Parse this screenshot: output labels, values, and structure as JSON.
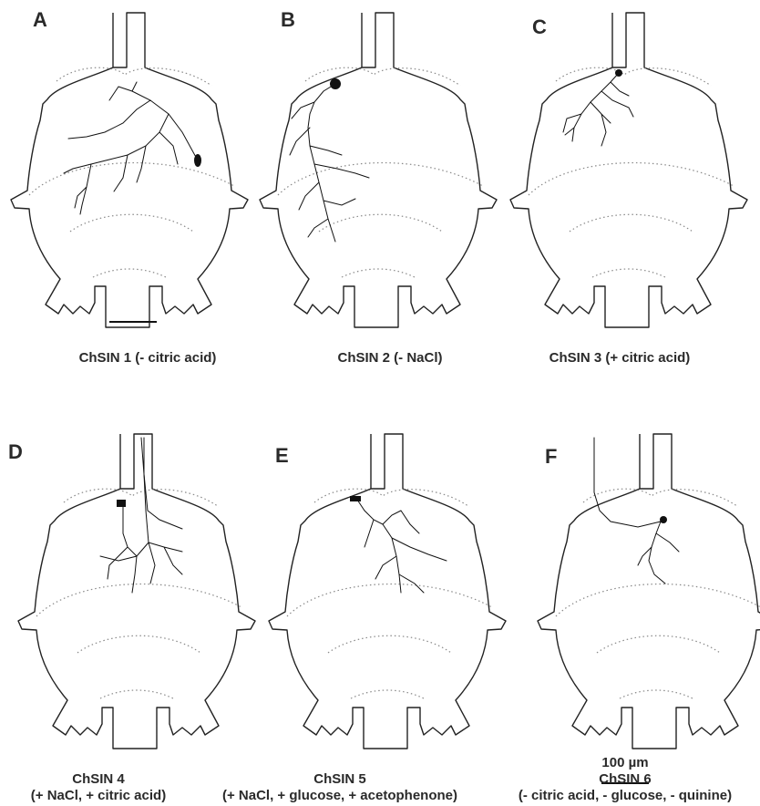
{
  "panels": [
    {
      "letter": "A",
      "caption": [
        "ChSIN 1 (- citric acid)"
      ]
    },
    {
      "letter": "B",
      "caption": [
        "ChSIN 2 (- NaCl)"
      ]
    },
    {
      "letter": "C",
      "caption": [
        "ChSIN 3 (+ citric acid)"
      ]
    },
    {
      "letter": "D",
      "caption": [
        "ChSIN 4",
        "(+ NaCl, + citric acid)"
      ]
    },
    {
      "letter": "E",
      "caption": [
        "ChSIN 5",
        "(+ NaCl, + glucose, + acetophenone)"
      ]
    },
    {
      "letter": "F",
      "caption": [
        "ChSIN 6",
        "(- citric acid, - glucose, - quinine)"
      ]
    }
  ],
  "scale_bar": {
    "label": "100 µm"
  }
}
